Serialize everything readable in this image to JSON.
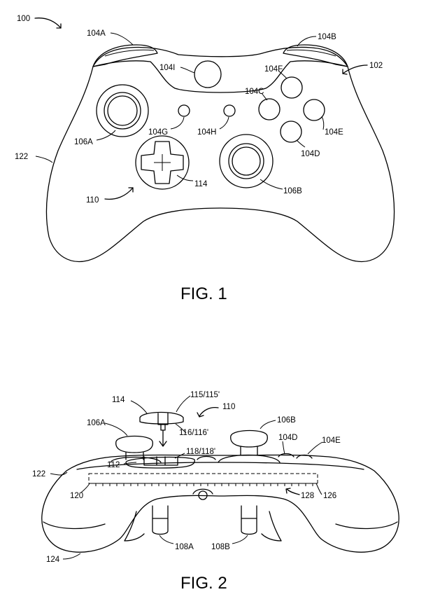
{
  "figure1": {
    "caption": "FIG. 1",
    "labels": {
      "ref_100": "100",
      "ref_102": "102",
      "ref_104a": "104A",
      "ref_104b": "104B",
      "ref_104c": "104C",
      "ref_104d": "104D",
      "ref_104e": "104E",
      "ref_104f": "104F",
      "ref_104g": "104G",
      "ref_104h": "104H",
      "ref_104i": "104I",
      "ref_106a": "106A",
      "ref_106b": "106B",
      "ref_110": "110",
      "ref_114": "114",
      "ref_122": "122"
    }
  },
  "figure2": {
    "caption": "FIG. 2",
    "labels": {
      "ref_114": "114",
      "ref_115": "115/115'",
      "ref_110": "110",
      "ref_106a": "106A",
      "ref_106b": "106B",
      "ref_116": "116/116'",
      "ref_104d": "104D",
      "ref_104e": "104E",
      "ref_118": "118/118'",
      "ref_112": "112",
      "ref_122": "122",
      "ref_120": "120",
      "ref_128": "128",
      "ref_126": "126",
      "ref_108a": "108A",
      "ref_108b": "108B",
      "ref_124": "124"
    }
  }
}
